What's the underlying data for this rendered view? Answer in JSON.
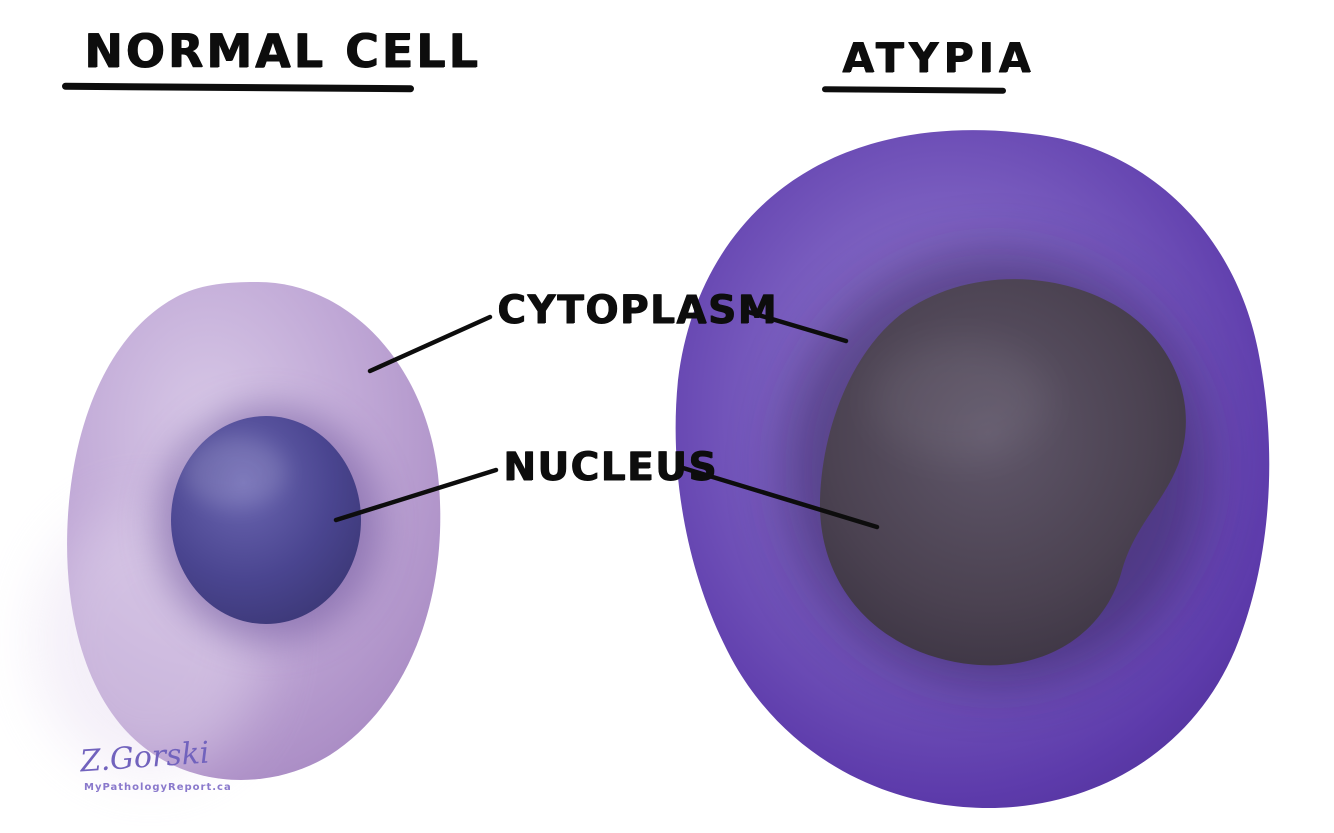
{
  "illustration": {
    "left_title": "NORMAL CELL",
    "right_title": "ATYPIA",
    "label_cytoplasm": "CYTOPLASM",
    "label_nucleus": "NUCLEUS",
    "signature": "Z.Gorski",
    "credit": "MyPathologyReport.ca"
  },
  "colors": {
    "background": "#ffffff",
    "line": "#0d0d0d",
    "normal_cytoplasm_light": "#d8c9e7",
    "normal_cytoplasm": "#ad90c7",
    "normal_cytoplasm_dark": "#9a7db8",
    "normal_nucleus_light": "#6c67b2",
    "normal_nucleus": "#4a4590",
    "normal_nucleus_dark": "#37336e",
    "atypia_cytoplasm_light": "#9a82cf",
    "atypia_cytoplasm": "#5d3bab",
    "atypia_cytoplasm_dark": "#46298b",
    "atypia_nucleus_light": "#60576a",
    "atypia_nucleus": "#4b4251",
    "atypia_nucleus_dark": "#322b39"
  }
}
